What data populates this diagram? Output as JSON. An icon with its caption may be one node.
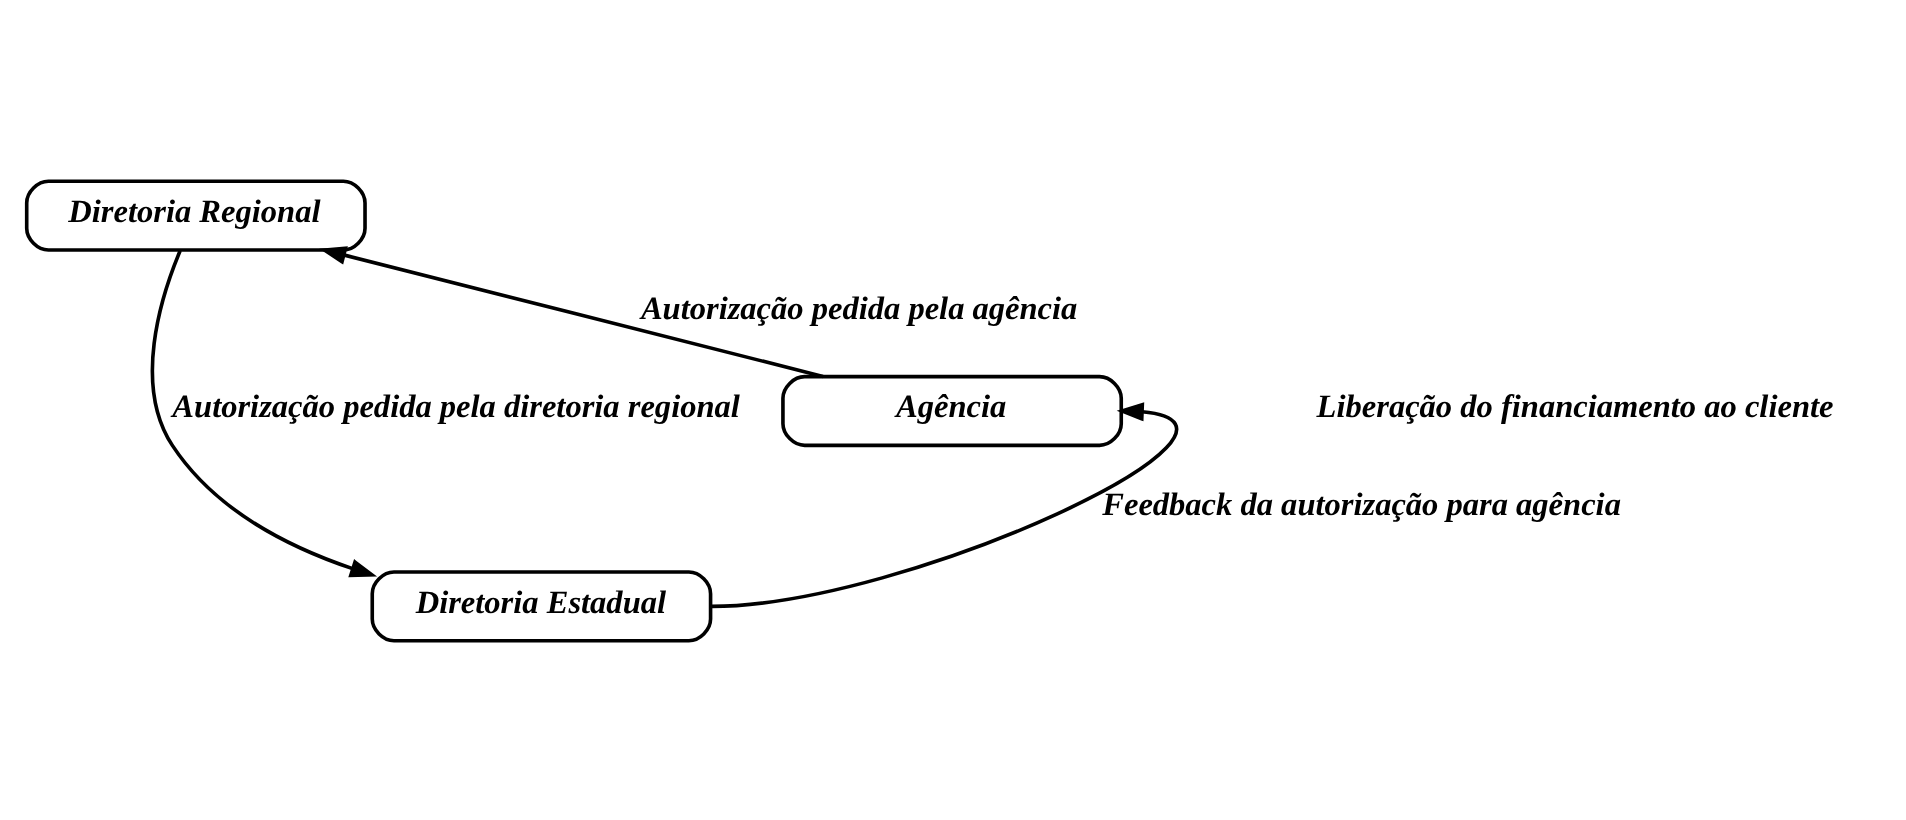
{
  "diagram": {
    "nodes": [
      {
        "text": [
          "Diretoria Estadual"
        ]
      },
      {
        "text": [
          "Diretoria Regional"
        ]
      },
      {
        "text": [
          "Agência"
        ]
      }
    ],
    "edges": [
      {
        "from": 2,
        "to": 1,
        "arrow": "to",
        "label": "Autorização pedida pela agência"
      },
      {
        "from": 1,
        "to": 0,
        "arrow": "to",
        "label": "Autorização pedida pela diretoria regional"
      },
      {
        "from": 0,
        "to": 2,
        "arrow": "to",
        "label": "Feedback da autorização para agência"
      }
    ],
    "labels": [
      "Liberação do financiamento ao cliente"
    ]
  }
}
